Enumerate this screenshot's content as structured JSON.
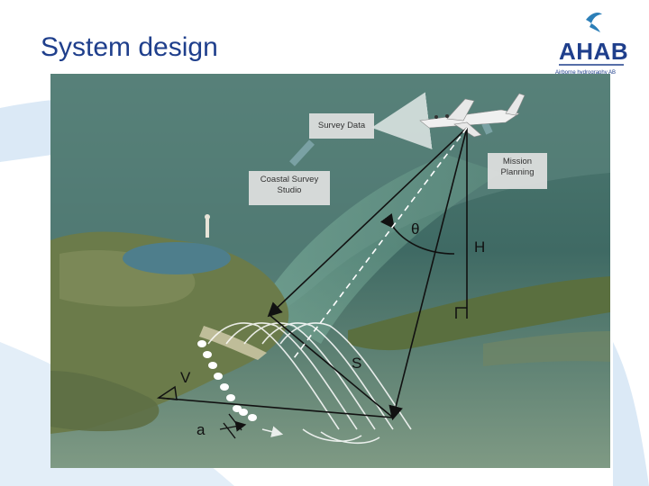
{
  "slide": {
    "title": "System design"
  },
  "logo": {
    "name": "AHAB",
    "subtitle": "Airborne hydrography AB"
  },
  "diagram": {
    "callouts": {
      "survey_data": "Survey Data",
      "mission_planning": "Mission Planning",
      "coastal_survey_studio": "Coastal Survey Studio"
    },
    "labels": {
      "theta": "θ",
      "height": "H",
      "swath": "S",
      "velocity": "V",
      "spacing": "a"
    }
  },
  "colors": {
    "title": "#1f3f8c",
    "water_deep": "#3f6e6a",
    "water_shallow": "#7aa595",
    "land": "#6b7a4c",
    "arrow": "#8ab0b8"
  }
}
